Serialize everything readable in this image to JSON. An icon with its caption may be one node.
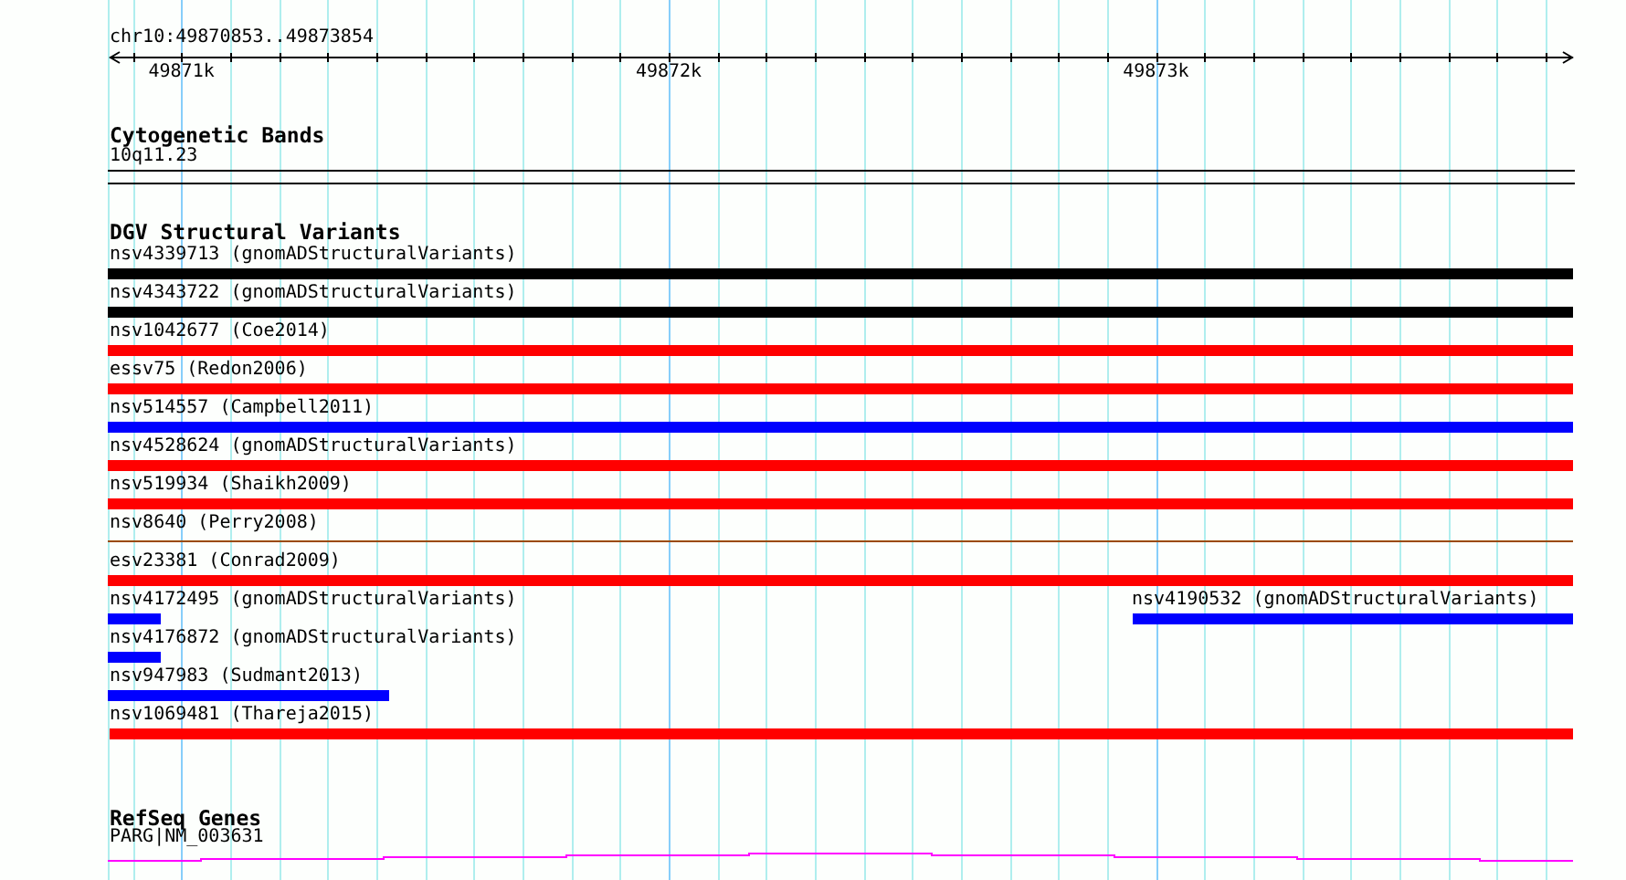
{
  "diagram": {
    "nodes": [
      {
        "text": [
          "10q11.23"
        ]
      },
      {
        "text": [
          "nsv4339713 (gnomADStructuralVariants)"
        ]
      },
      {
        "text": [
          "nsv4343722 (gnomADStructuralVariants)"
        ]
      },
      {
        "text": [
          "nsv1042677 (Coe2014)"
        ]
      },
      {
        "text": [
          "essv75 (Redon2006)"
        ]
      },
      {
        "text": [
          "nsv514557 (Campbell2011)"
        ]
      },
      {
        "text": [
          "nsv4528624 (gnomADStructuralVariants)"
        ]
      },
      {
        "text": [
          "nsv519934 (Shaikh2009)"
        ]
      },
      {
        "text": [
          "nsv8640 (Perry2008)"
        ]
      },
      {
        "text": [
          "esv23381 (Conrad2009)"
        ]
      },
      {
        "text": [
          "nsv4172495 (gnomADStructuralVariants)"
        ]
      },
      {
        "text": [
          "nsv4190532 (gnomADStructuralVariants)"
        ]
      },
      {
        "text": [
          "nsv4176872 (gnomADStructuralVariants)"
        ]
      },
      {
        "text": [
          "nsv947983 (Sudmant2013)"
        ]
      },
      {
        "text": [
          "nsv1069481 (Thareja2015)"
        ]
      },
      {
        "text": [
          "PARG|NM_003631"
        ]
      }
    ],
    "labels": [
      "chr10:49870853..49873854",
      "49871k",
      "49872k",
      "49873k",
      "Cytogenetic Bands",
      "DGV Structural Variants",
      "RefSeq Genes"
    ]
  }
}
